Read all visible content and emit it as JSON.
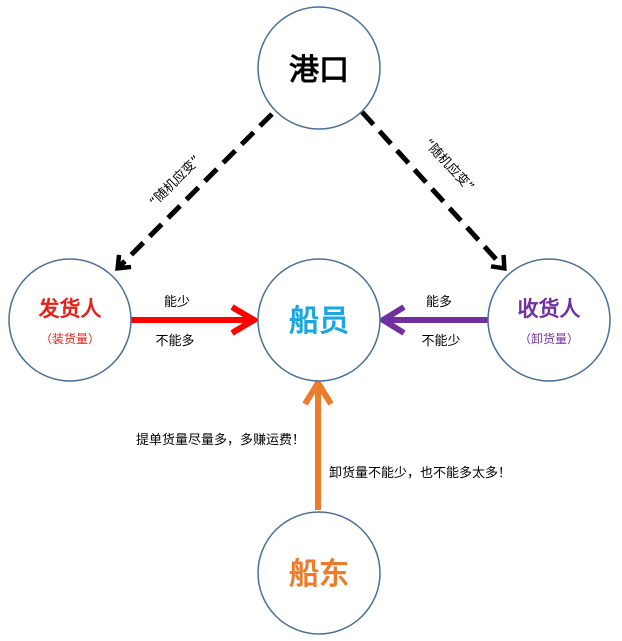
{
  "nodes": {
    "port": {
      "label": "港口",
      "color": "#000000"
    },
    "shipper": {
      "label": "发货人",
      "sublabel": "（装货量）",
      "color": "#e8201a"
    },
    "crew": {
      "label": "船员",
      "color": "#1aa7e0"
    },
    "consignee": {
      "label": "收货人",
      "sublabel": "（卸货量）",
      "color": "#7030a0"
    },
    "shipowner": {
      "label": "船东",
      "color": "#ec7b2b"
    }
  },
  "edges": {
    "port_to_shipper": {
      "label": "“随机应变”"
    },
    "port_to_consignee": {
      "label": "“随机应变”"
    },
    "shipper_to_crew": {
      "top": "能少",
      "bottom": "不能多",
      "color": "#ff0000"
    },
    "consignee_to_crew": {
      "top": "能多",
      "bottom": "不能少",
      "color": "#7030a0"
    },
    "shipowner_to_crew": {
      "left": "提单货量尽量多，多赚运费！",
      "right": "卸货量不能少，也不能多太多！",
      "color": "#ec7b2b"
    }
  },
  "colors": {
    "circle_stroke": "#4a6f97",
    "dashed_arrow": "#000000"
  }
}
